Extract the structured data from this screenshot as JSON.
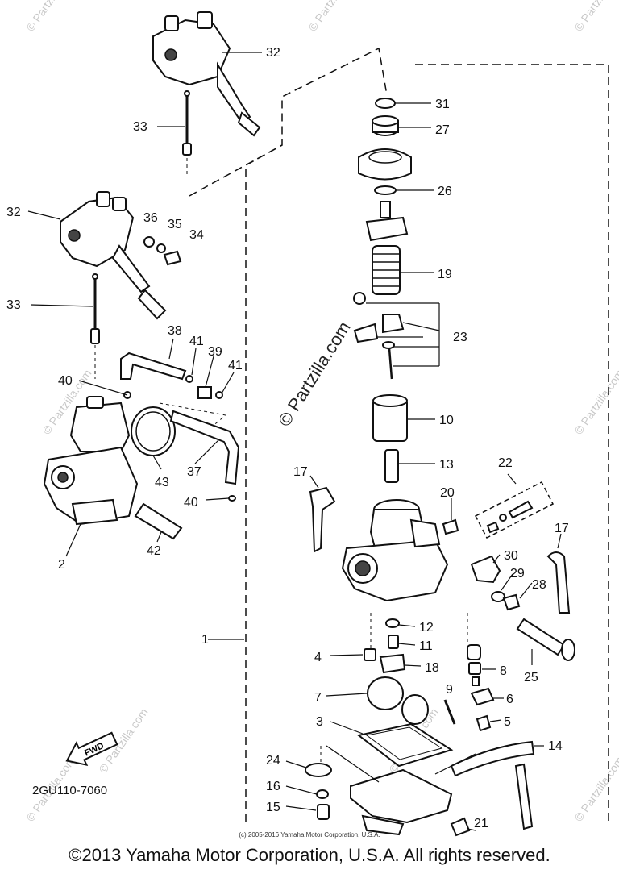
{
  "diagram": {
    "code": "2GU110-7060",
    "fwd_label": "FWD",
    "watermark_center": "© Partzilla.com",
    "watermark_faint": "© Partzilla.com",
    "small_copyright": "(c) 2005-2016 Yamaha Motor Corporation, U.S.A.",
    "copyright": "©2013 Yamaha Motor Corporation, U.S.A. All rights reserved.",
    "callouts": [
      "32",
      "33",
      "32",
      "36",
      "35",
      "34",
      "33",
      "38",
      "41",
      "39",
      "41",
      "40",
      "43",
      "37",
      "40",
      "2",
      "42",
      "31",
      "27",
      "26",
      "19",
      "23",
      "10",
      "13",
      "17",
      "22",
      "20",
      "30",
      "17",
      "29",
      "28",
      "1",
      "12",
      "11",
      "4",
      "18",
      "8",
      "25",
      "7",
      "9",
      "6",
      "3",
      "5",
      "14",
      "24",
      "16",
      "15",
      "21"
    ]
  }
}
